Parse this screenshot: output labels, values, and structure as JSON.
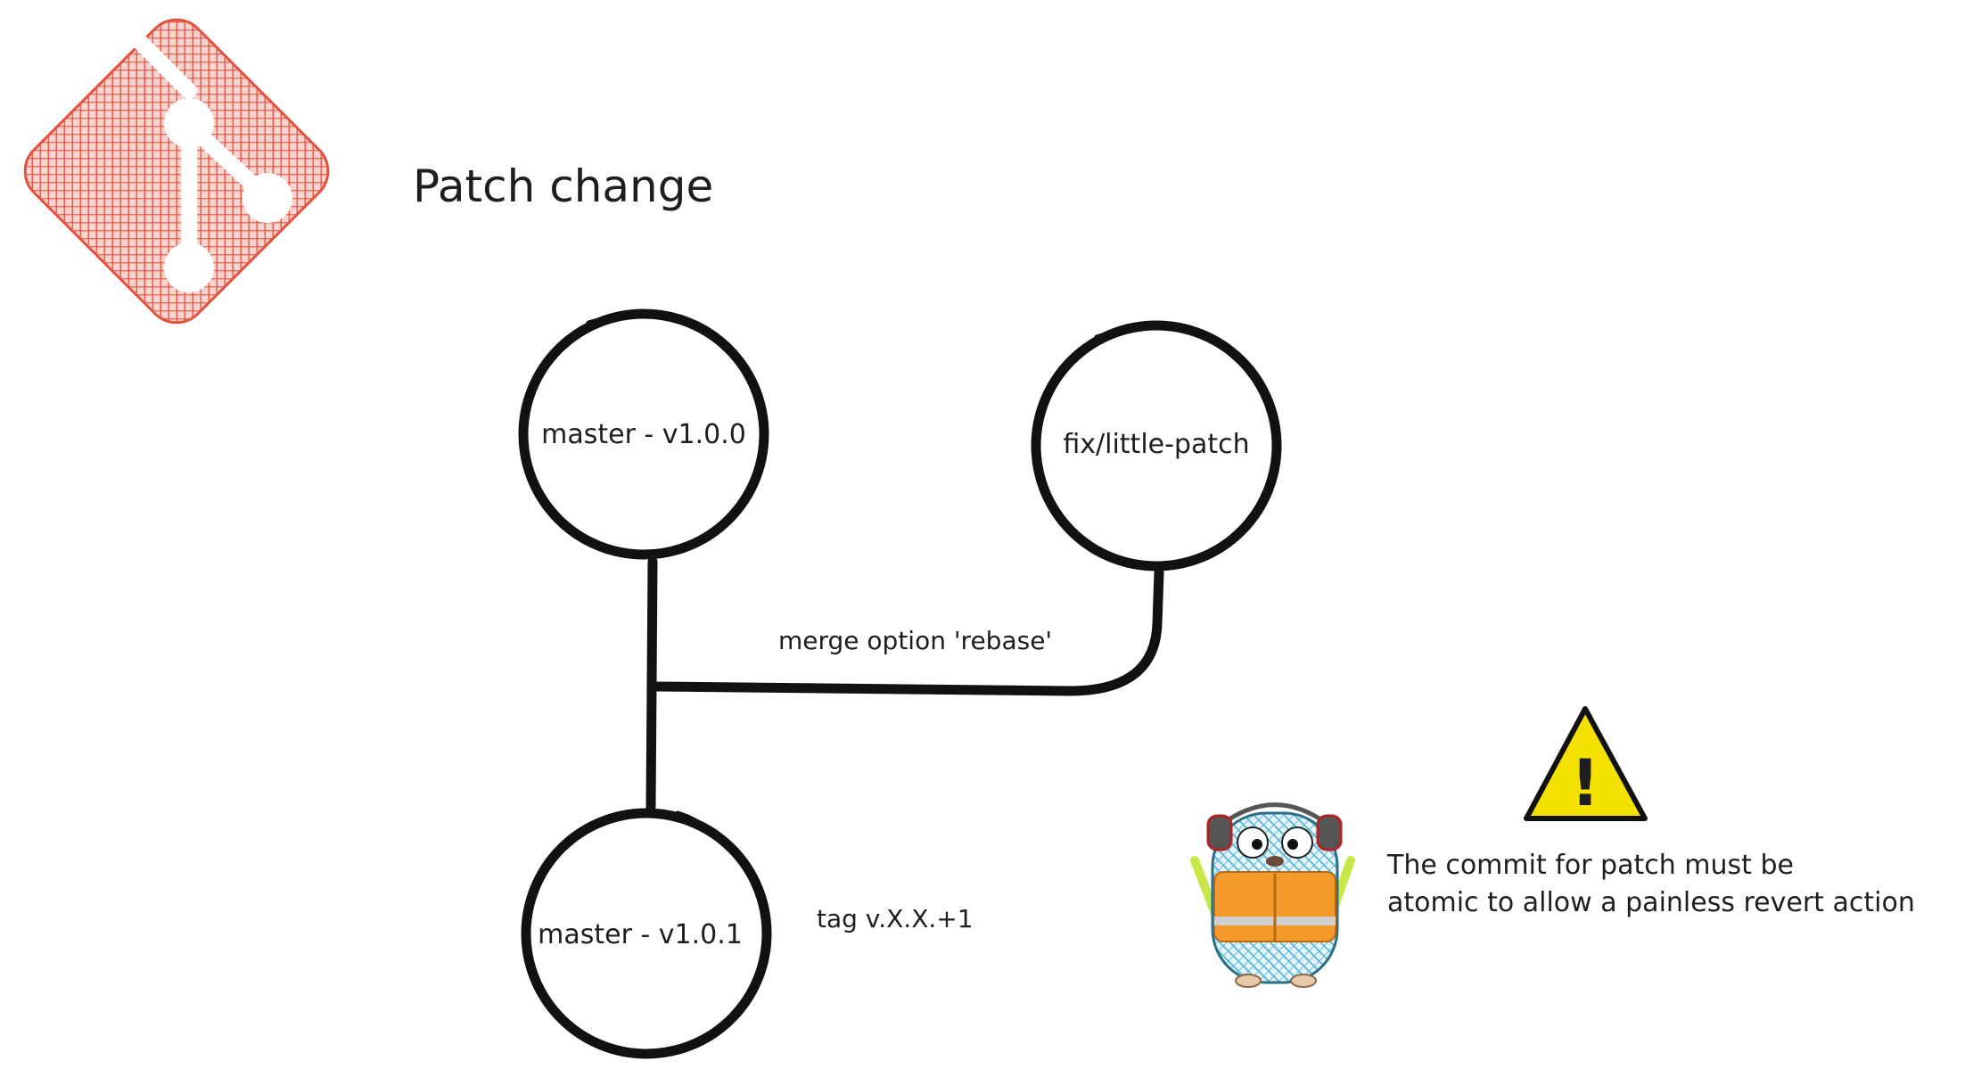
{
  "title": "Patch change",
  "nodes": {
    "master_v100": "master - v1.0.0",
    "fix_branch": "fix/little-patch",
    "master_v101": "master - v1.0.1"
  },
  "edges": {
    "merge_label": "merge option 'rebase'",
    "tag_label": "tag v.X.X.+1"
  },
  "warning": {
    "symbol": "!",
    "note_line1": "The commit for patch must be",
    "note_line2": "atomic to allow a painless revert action"
  },
  "icons": {
    "logo": "git-logo-icon",
    "warning": "warning-triangle-icon",
    "mascot": "gopher-construction-icon"
  },
  "colors": {
    "git_red": "#e2523f",
    "warning_yellow": "#f5e100",
    "stroke": "#111111",
    "gopher_blue": "#5ab6d6",
    "vest_orange": "#f39a2a"
  }
}
